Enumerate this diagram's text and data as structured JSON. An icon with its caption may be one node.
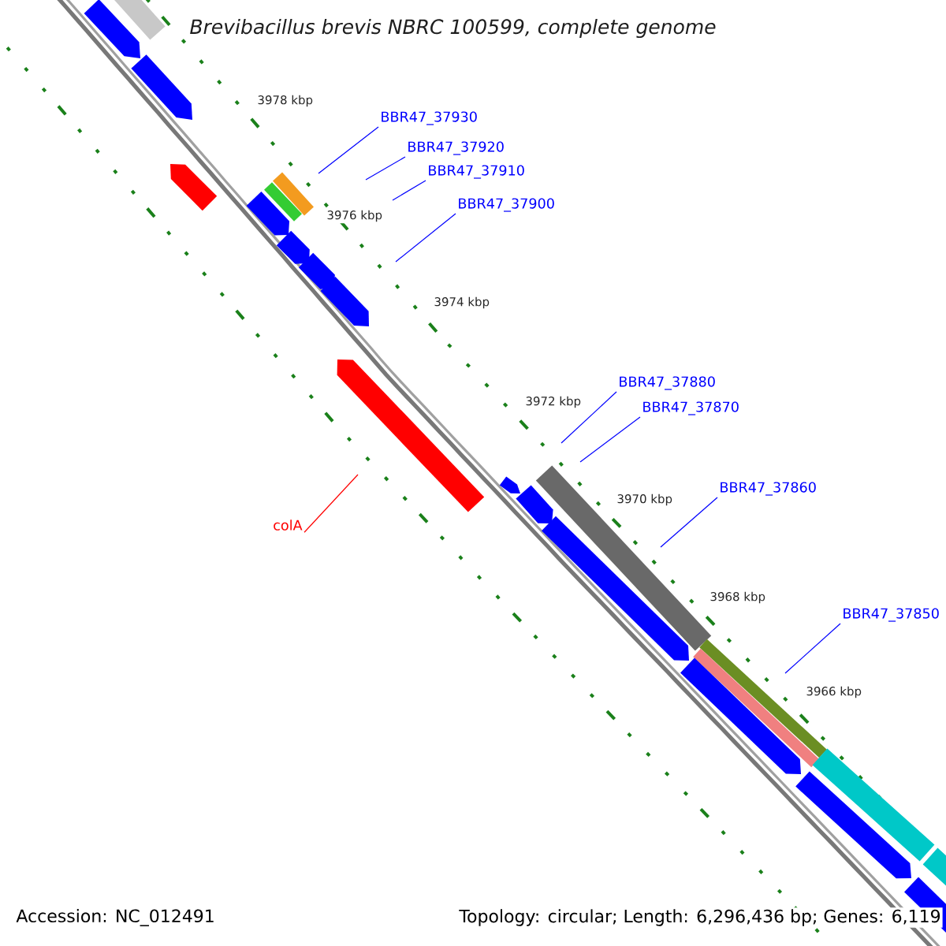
{
  "diagram": {
    "title": "Brevibacillus brevis NBRC 100599, complete genome",
    "nodes": [
      {
        "text": [
          "BBR47_37930"
        ]
      },
      {
        "text": [
          "BBR47_37920"
        ]
      },
      {
        "text": [
          "BBR47_37910"
        ]
      },
      {
        "text": [
          "BBR47_37900"
        ]
      },
      {
        "text": [
          "BBR47_37880"
        ]
      },
      {
        "text": [
          "BBR47_37870"
        ]
      },
      {
        "text": [
          "BBR47_37860"
        ]
      },
      {
        "text": [
          "BBR47_37850"
        ]
      },
      {
        "text": [
          "colA"
        ]
      }
    ],
    "edges": [
      {
        "from": 0,
        "to": null,
        "arrow": "none"
      },
      {
        "from": 1,
        "to": null,
        "arrow": "none"
      },
      {
        "from": 2,
        "to": null,
        "arrow": "none"
      },
      {
        "from": 3,
        "to": null,
        "arrow": "none"
      },
      {
        "from": 4,
        "to": null,
        "arrow": "none"
      },
      {
        "from": 5,
        "to": null,
        "arrow": "none"
      },
      {
        "from": 6,
        "to": null,
        "arrow": "none"
      },
      {
        "from": 7,
        "to": null,
        "arrow": "none"
      },
      {
        "from": 8,
        "to": null,
        "arrow": "none",
        "color": "#ff0000"
      }
    ],
    "labels": [
      "3978 kbp",
      "3976 kbp",
      "3974 kbp",
      "3972 kbp",
      "3970 kbp",
      "3968 kbp",
      "3966 kbp",
      "Accession: NC_012491",
      "Topology: circular; Length: 6,296,436 bp; Genes: 6,119"
    ]
  }
}
